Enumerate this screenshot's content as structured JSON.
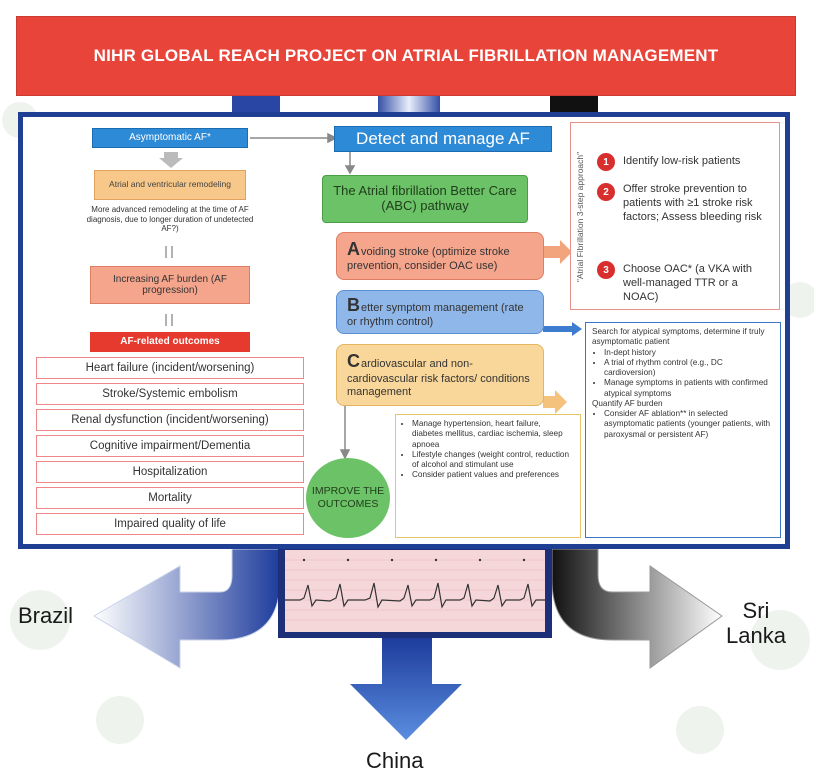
{
  "banner": {
    "title": "NIHR GLOBAL REACH PROJECT ON ATRIAL FIBRILLATION MANAGEMENT"
  },
  "left": {
    "asymptomatic": "Asymptomatic AF*",
    "remodeling": "Atrial and ventricular remodeling",
    "remodeling_note": "More advanced remodeling at the time of AF diagnosis, due to longer duration of undetected AF?)",
    "burden": "Increasing AF burden (AF progression)",
    "outcomes_header": "AF-related outcomes",
    "outcomes": [
      "Heart failure (incident/worsening)",
      "Stroke/Systemic embolism",
      "Renal dysfunction (incident/worsening)",
      "Cognitive impairment/Dementia",
      "Hospitalization",
      "Mortality",
      "Impaired quality of life"
    ]
  },
  "center": {
    "detect": "Detect and manage AF",
    "abc_title": "The Atrial fibrillation Better Care (ABC) pathway",
    "pillar_a_letter": "A",
    "pillar_a": "voiding stroke (optimize stroke prevention, consider OAC use)",
    "pillar_b_letter": "B",
    "pillar_b": "etter symptom management (rate or rhythm control)",
    "pillar_c_letter": "C",
    "pillar_c": "ardiovascular and non-cardiovascular risk factors/ conditions management",
    "improve": "IMPROVE THE OUTCOMES",
    "c_items": [
      "Manage hypertension, heart failure, diabetes mellitus, cardiac ischemia, sleep apnoea",
      "Lifestyle changes (weight control, reduction of alcohol and stimulant use",
      "Consider patient values and preferences"
    ]
  },
  "right_top": {
    "vertical_label": "\"Atrial Fibrillation 3-step approach\"",
    "steps": [
      {
        "num": "1",
        "text": "Identify low-risk patients"
      },
      {
        "num": "2",
        "text": "Offer stroke prevention to patients with ≥1 stroke risk factors; Assess bleeding risk"
      },
      {
        "num": "3",
        "text": "Choose OAC* (a VKA with well-managed TTR or a NOAC)"
      }
    ]
  },
  "right_bottom": {
    "intro": "Search for atypical symptoms, determine if truly asymptomatic patient",
    "items": [
      "In-dept history",
      "A trial of rhythm control (e.g., DC cardioversion)",
      "Manage symptoms in patients with confirmed atypical symptoms"
    ],
    "quantify": "Quantify AF burden",
    "items2": [
      "Consider AF ablation** in selected asymptomatic patients (younger patients, with paroxysmal or persistent AF)"
    ]
  },
  "countries": {
    "left": "Brazil",
    "right_line1": "Sri",
    "right_line2": "Lanka",
    "bottom": "China"
  },
  "colors": {
    "banner": "#e8443a",
    "frame": "#1f3f94",
    "accent_blue": "#2d8ad6",
    "green": "#6cc266"
  }
}
